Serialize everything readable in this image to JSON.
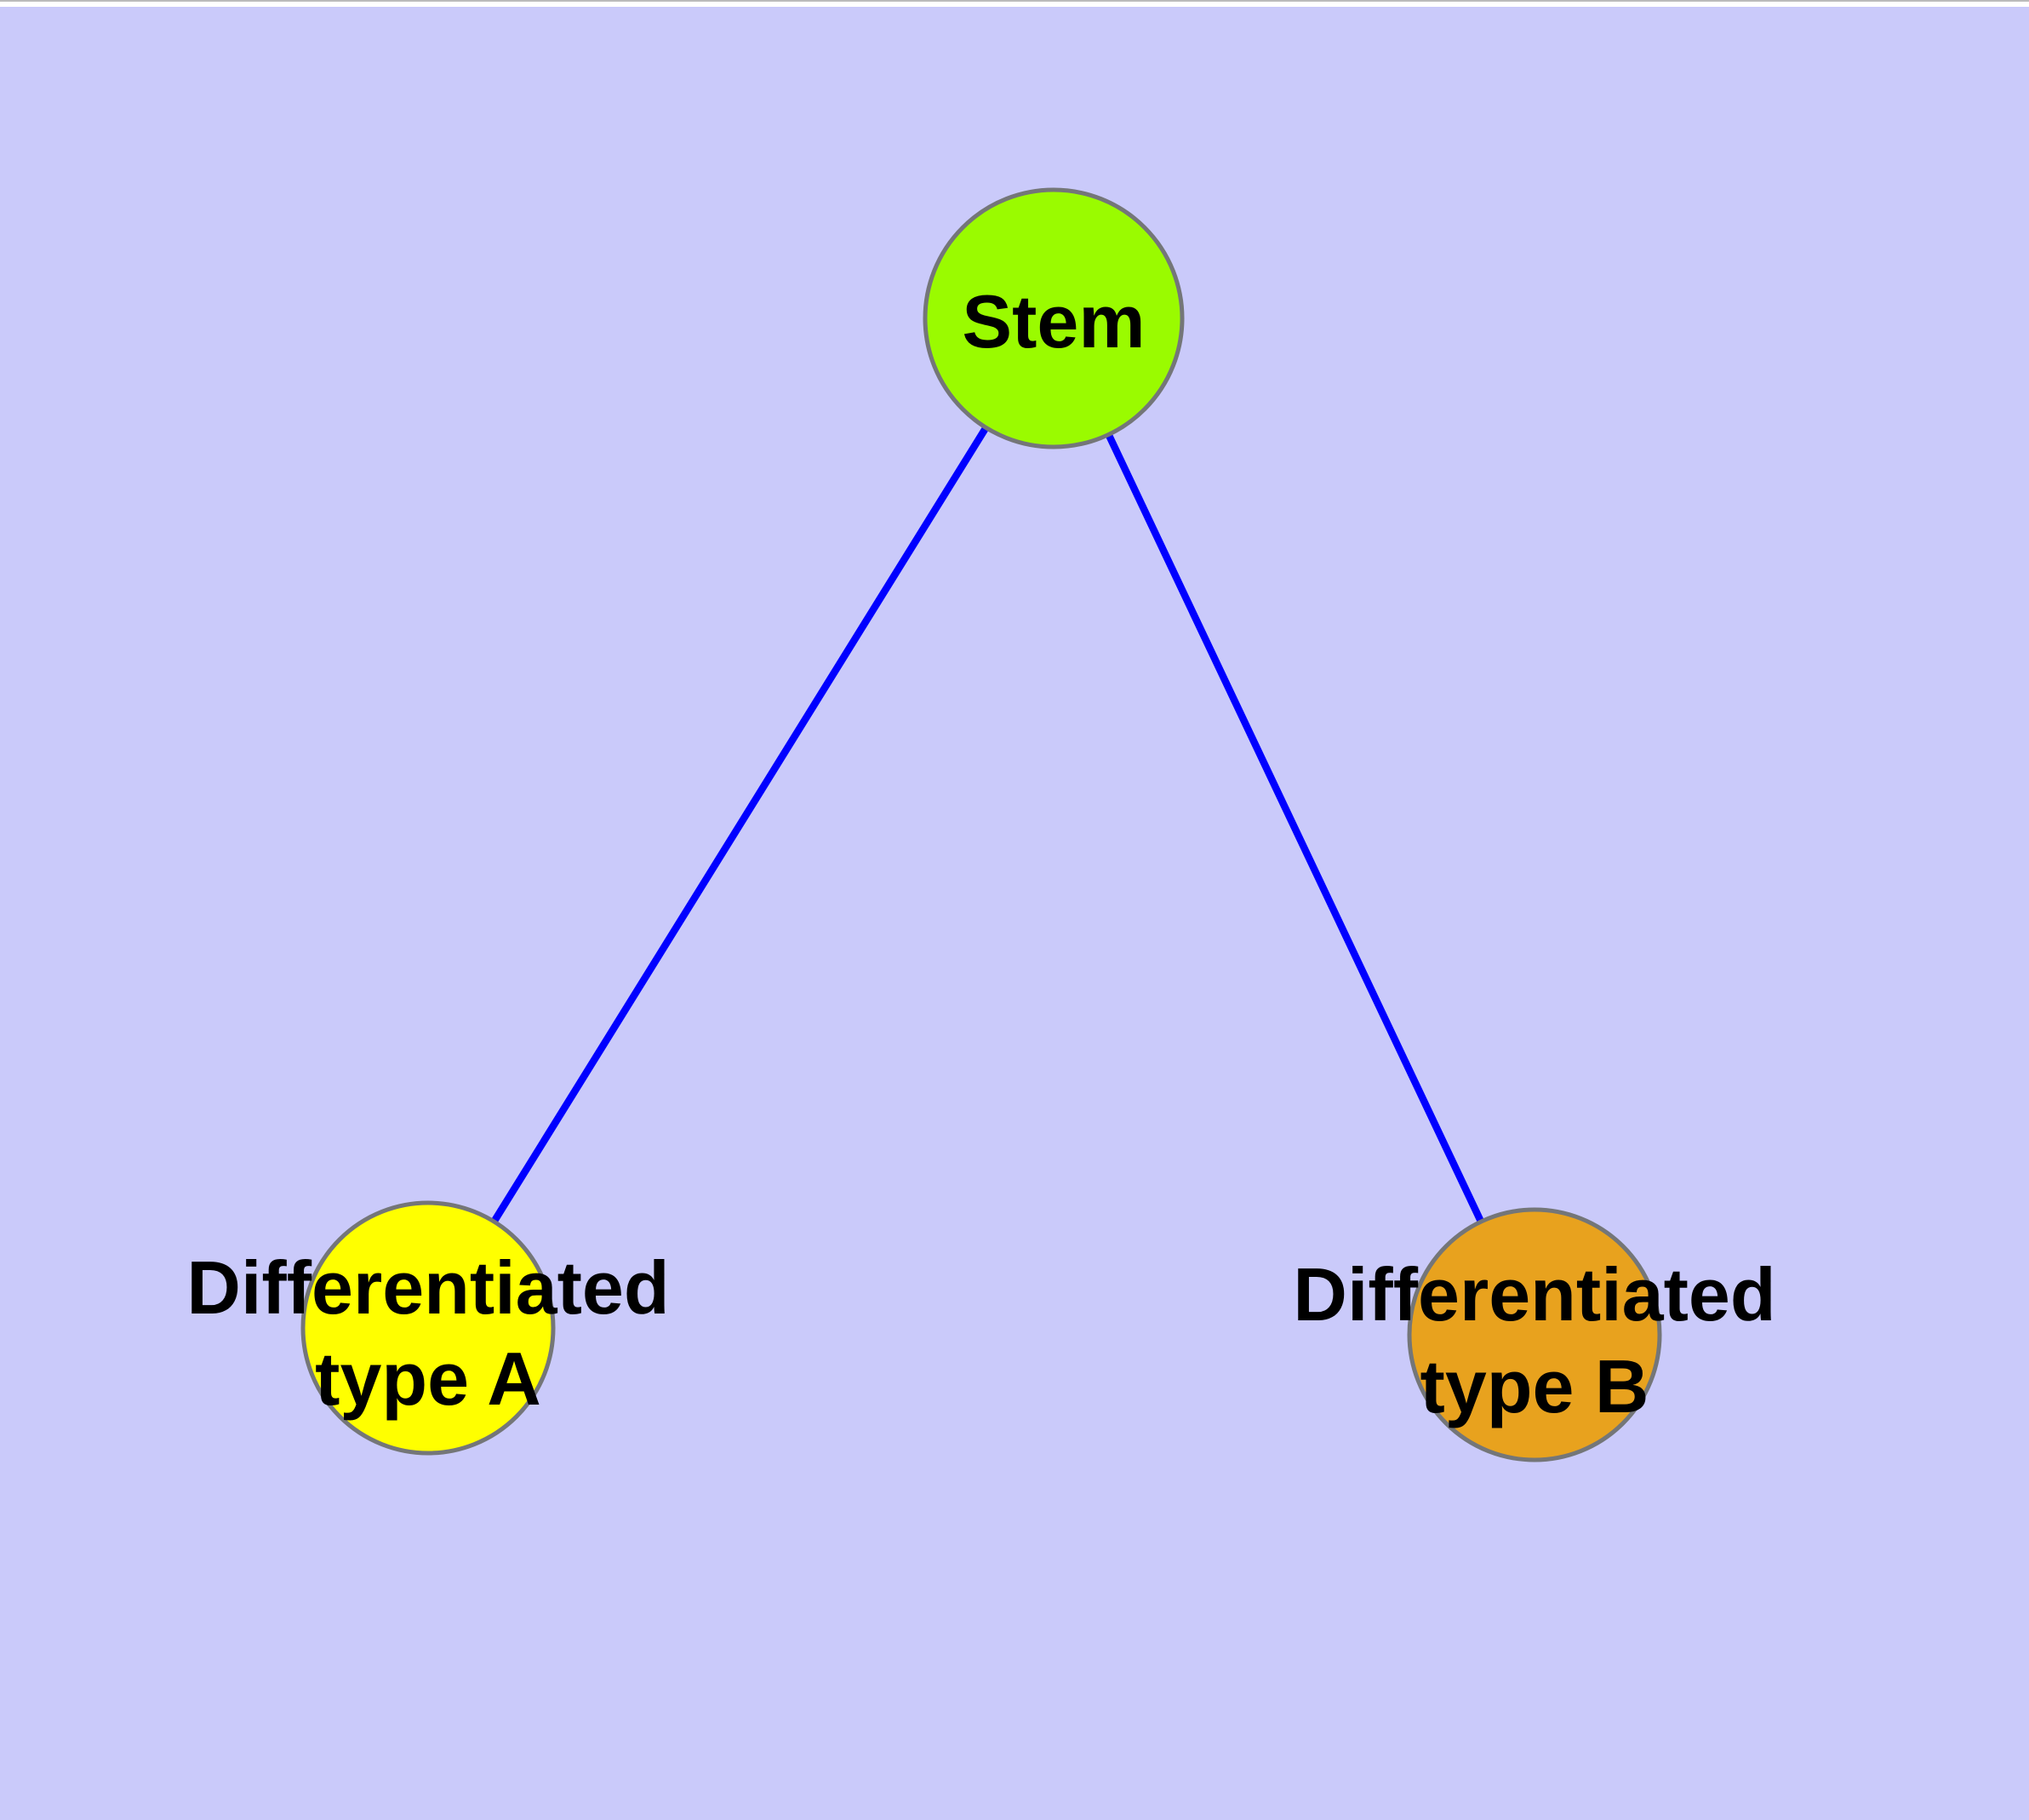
{
  "diagram": {
    "type": "node-link-graph",
    "background_color": "#CACAFA",
    "top_margin_color": "#FFFFFF",
    "top_hairline_color": "#BBBBBB",
    "edge_color": "#0000FF",
    "node_border_color": "#747678",
    "label_color": "#000000",
    "nodes": [
      {
        "id": "stem",
        "label": "Stem",
        "label_lines": [
          "Stem"
        ],
        "fill": "#9AFB00"
      },
      {
        "id": "type-a",
        "label": "Differentiated type A",
        "label_lines": [
          "Differentiated",
          "type A"
        ],
        "fill": "#FFFF00"
      },
      {
        "id": "type-b",
        "label": "Differentiated type B",
        "label_lines": [
          "Differentiated",
          "type B"
        ],
        "fill": "#E8A21E"
      }
    ],
    "edges": [
      {
        "from": "Stem",
        "to": "Differentiated type A"
      },
      {
        "from": "Stem",
        "to": "Differentiated type B"
      }
    ]
  }
}
